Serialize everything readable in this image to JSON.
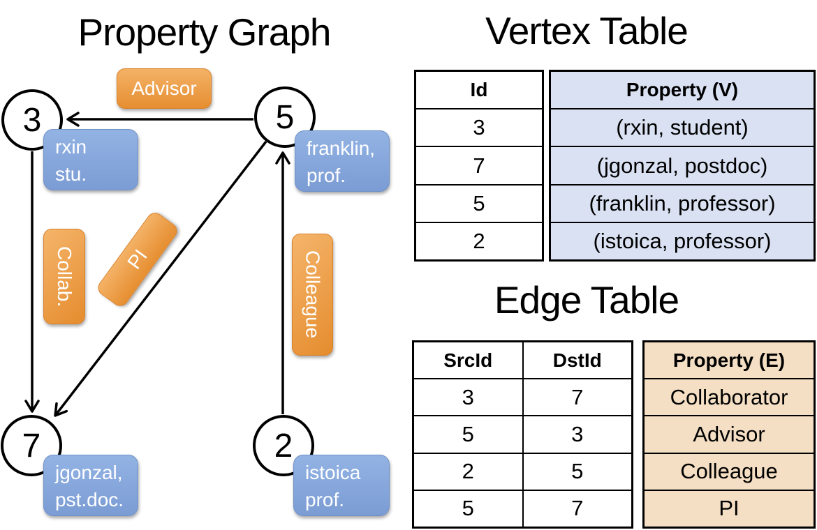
{
  "panel_graph": {
    "title": "Property Graph",
    "nodes": [
      {
        "id": "3",
        "label_line1": "rxin",
        "label_line2": "stu."
      },
      {
        "id": "5",
        "label_line1": "franklin,",
        "label_line2": "prof."
      },
      {
        "id": "7",
        "label_line1": "jgonzal,",
        "label_line2": "pst.doc."
      },
      {
        "id": "2",
        "label_line1": "istoica",
        "label_line2": "prof."
      }
    ],
    "edges": [
      {
        "src": "5",
        "dst": "3",
        "label": "Advisor"
      },
      {
        "src": "3",
        "dst": "7",
        "label": "Collab."
      },
      {
        "src": "5",
        "dst": "7",
        "label": "PI"
      },
      {
        "src": "2",
        "dst": "5",
        "label": "Colleague"
      }
    ]
  },
  "vertex_table": {
    "title": "Vertex Table",
    "columns": [
      "Id",
      "Property (V)"
    ],
    "rows": [
      {
        "id": "3",
        "property": "(rxin, student)"
      },
      {
        "id": "7",
        "property": "(jgonzal, postdoc)"
      },
      {
        "id": "5",
        "property": "(franklin, professor)"
      },
      {
        "id": "2",
        "property": "(istoica, professor)"
      }
    ]
  },
  "edge_table": {
    "title": "Edge Table",
    "columns": [
      "SrcId",
      "DstId",
      "Property (E)"
    ],
    "rows": [
      {
        "src": "3",
        "dst": "7",
        "property": "Collaborator"
      },
      {
        "src": "5",
        "dst": "3",
        "property": "Advisor"
      },
      {
        "src": "2",
        "dst": "5",
        "property": "Colleague"
      },
      {
        "src": "5",
        "dst": "7",
        "property": "PI"
      }
    ]
  },
  "colors": {
    "edge_label_orange_top": "#F4B266",
    "edge_label_orange_bottom": "#E68E31",
    "vertex_label_blue_top": "#93B3E4",
    "vertex_label_blue_bottom": "#7B9CD4",
    "vertex_property_cell_bg": "#D9E1F2",
    "edge_property_cell_bg": "#F4DFC4",
    "line_color": "#000000"
  }
}
